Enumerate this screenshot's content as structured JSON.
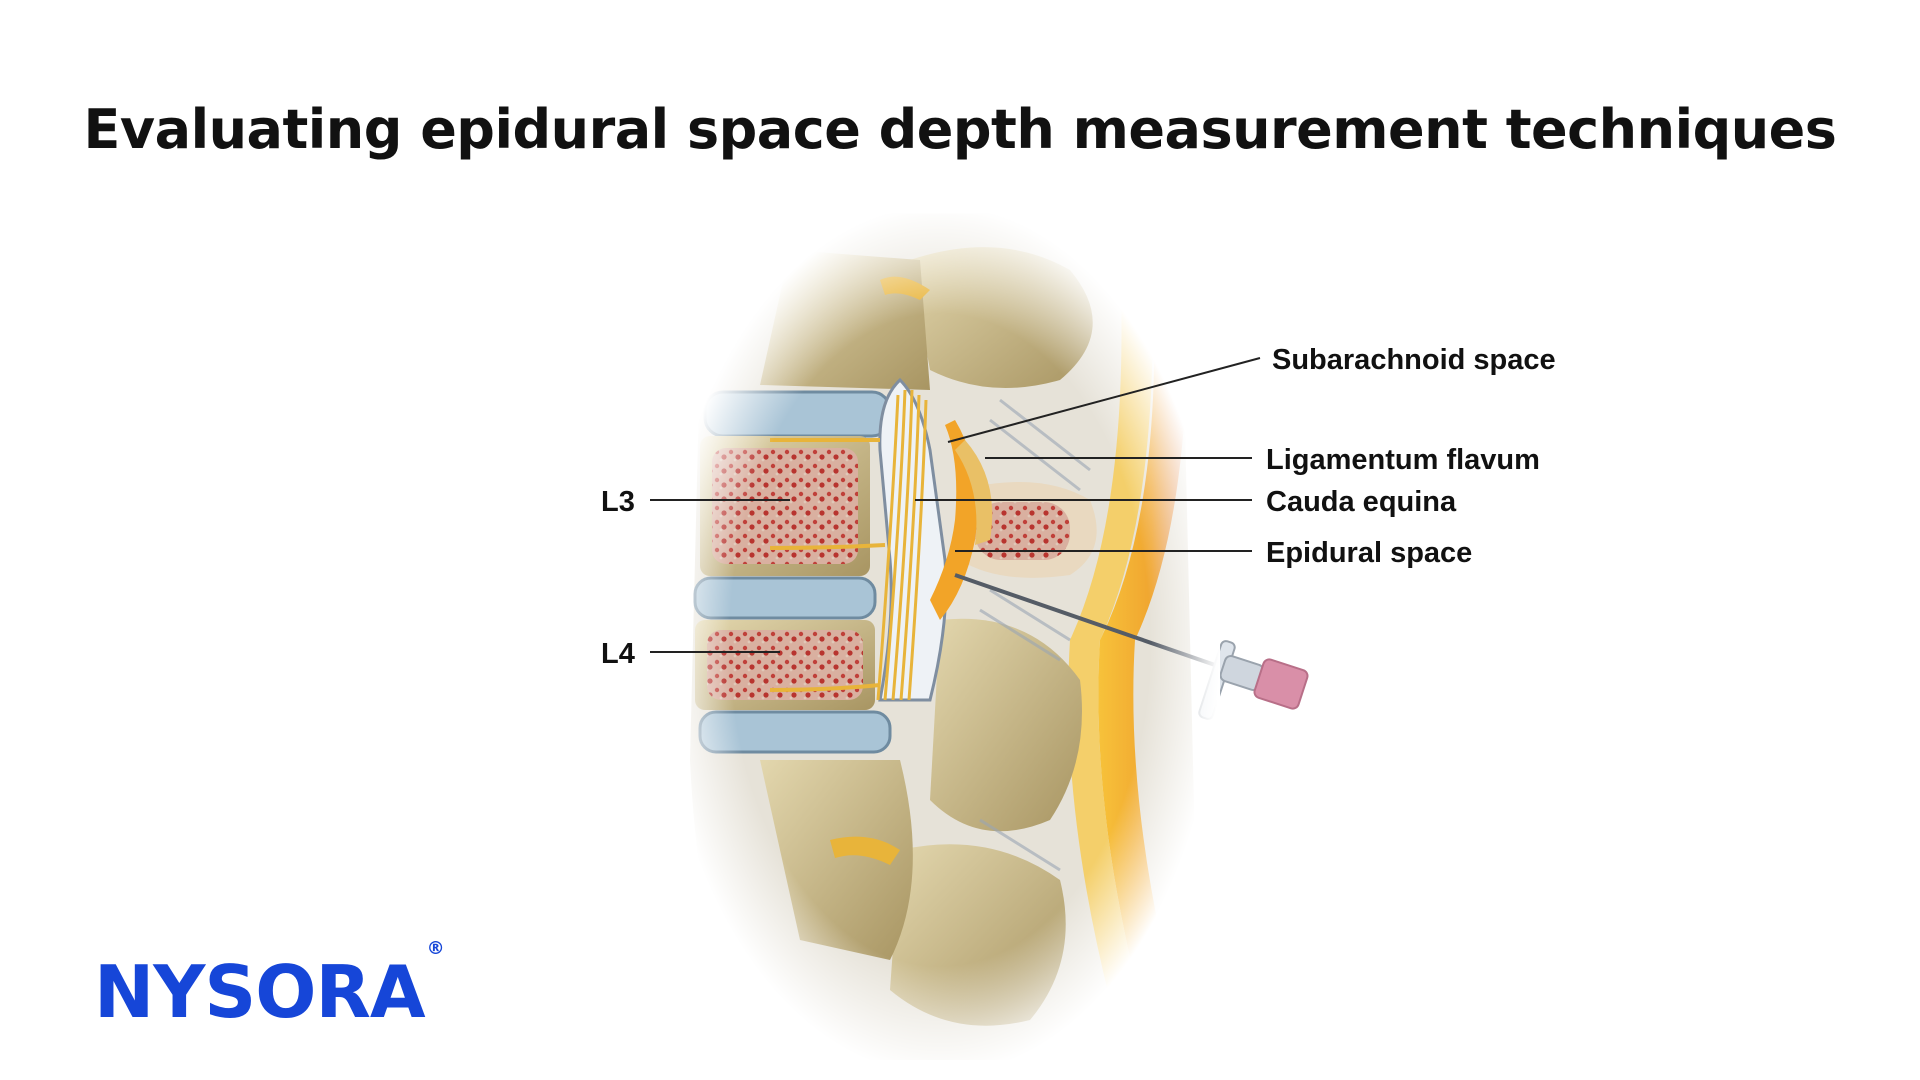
{
  "title": "Evaluating epidural space depth measurement techniques",
  "labels": {
    "subarachnoid": "Subarachnoid space",
    "ligamentum": "Ligamentum flavum",
    "cauda": "Cauda equina",
    "epidural": "Epidural space",
    "l3": "L3",
    "l4": "L4"
  },
  "logo": {
    "text": "NYSORA",
    "mark": "®",
    "color": "#1646d8"
  },
  "colors": {
    "bone": "#c9b98a",
    "disc": "#a9c4d6",
    "marrow": "#c0403a",
    "nerve": "#e8b43a",
    "fat": "#f2a428"
  }
}
